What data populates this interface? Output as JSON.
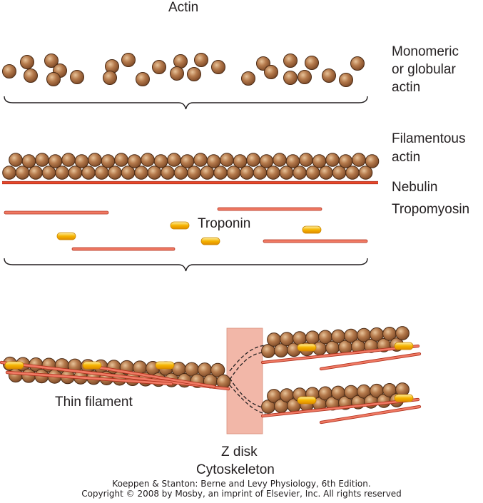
{
  "labels": {
    "actin": "Actin",
    "monomeric": [
      "Monomeric",
      "or globular",
      "actin"
    ],
    "filamentous": [
      "Filamentous",
      "actin"
    ],
    "nebulin": "Nebulin",
    "tropomyosin": "Tropomyosin",
    "troponin": "Troponin",
    "thin_filament": "Thin filament",
    "z_disk": "Z disk",
    "cytoskeleton": "Cytoskeleton"
  },
  "credit": {
    "line1": "Koeppen & Stanton: Berne and Levy Physiology, 6th Edition.",
    "line2": "Copyright © 2008 by Mosby, an imprint of Elsevier, Inc. All rights reserved"
  },
  "colors": {
    "actin_bead": "#a0643c",
    "actin_highlight": "#e8c49a",
    "actin_outline": "#4a2a14",
    "nebulin": "#e8472a",
    "tropomyosin": "#f07a64",
    "troponin": "#f5b400",
    "z_disk": "#f2b7a8",
    "text": "#231f20"
  }
}
